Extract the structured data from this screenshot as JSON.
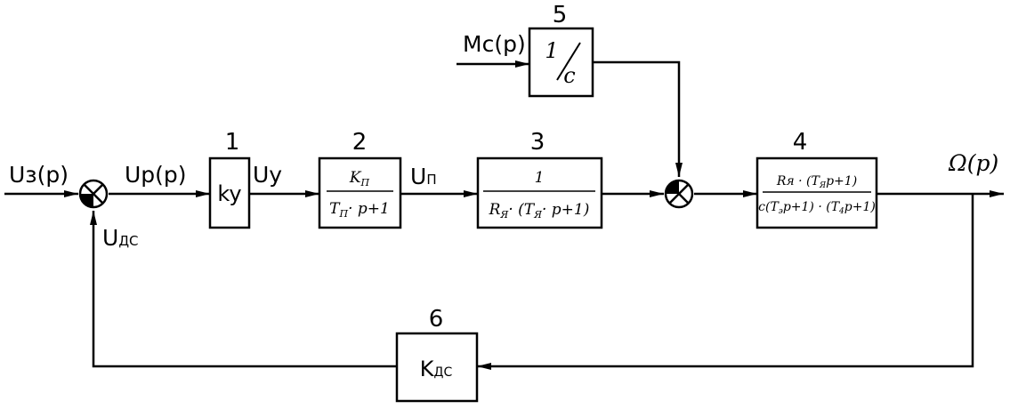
{
  "blocks": {
    "b1": {
      "number": "1",
      "content": "ky"
    },
    "b2": {
      "number": "2",
      "numerator": "K",
      "numerator_sub": "П",
      "denominator": "T",
      "denominator_sub": "П",
      "denominator_rest": "· p+1"
    },
    "b3": {
      "number": "3",
      "numerator": "1",
      "denominator_a": "R",
      "denominator_a_sub": "Я",
      "denominator_b": "· (T",
      "denominator_b_sub": "Я",
      "denominator_c": "· p+1)"
    },
    "b4": {
      "number": "4",
      "numerator": "Rя · (T",
      "numerator_sub": "Я",
      "numerator_rest": "p+1)",
      "denominator_a": "c(T",
      "denominator_a_sub": "э",
      "denominator_b": "p+1) · (T",
      "denominator_b_sub": "4",
      "denominator_c": "p+1)"
    },
    "b5": {
      "number": "5",
      "numerator": "1",
      "denominator": "c"
    },
    "b6": {
      "number": "6",
      "main": "K",
      "sub": "ДС"
    }
  },
  "signals": {
    "input": "Uз(p)",
    "regulator": "Up(p)",
    "control": "Uy",
    "converter_base": "U",
    "converter_sub": "П",
    "feedback_base": "U",
    "feedback_sub": "ДС",
    "disturbance": "Mc(p)",
    "output": "Ω(p)"
  }
}
